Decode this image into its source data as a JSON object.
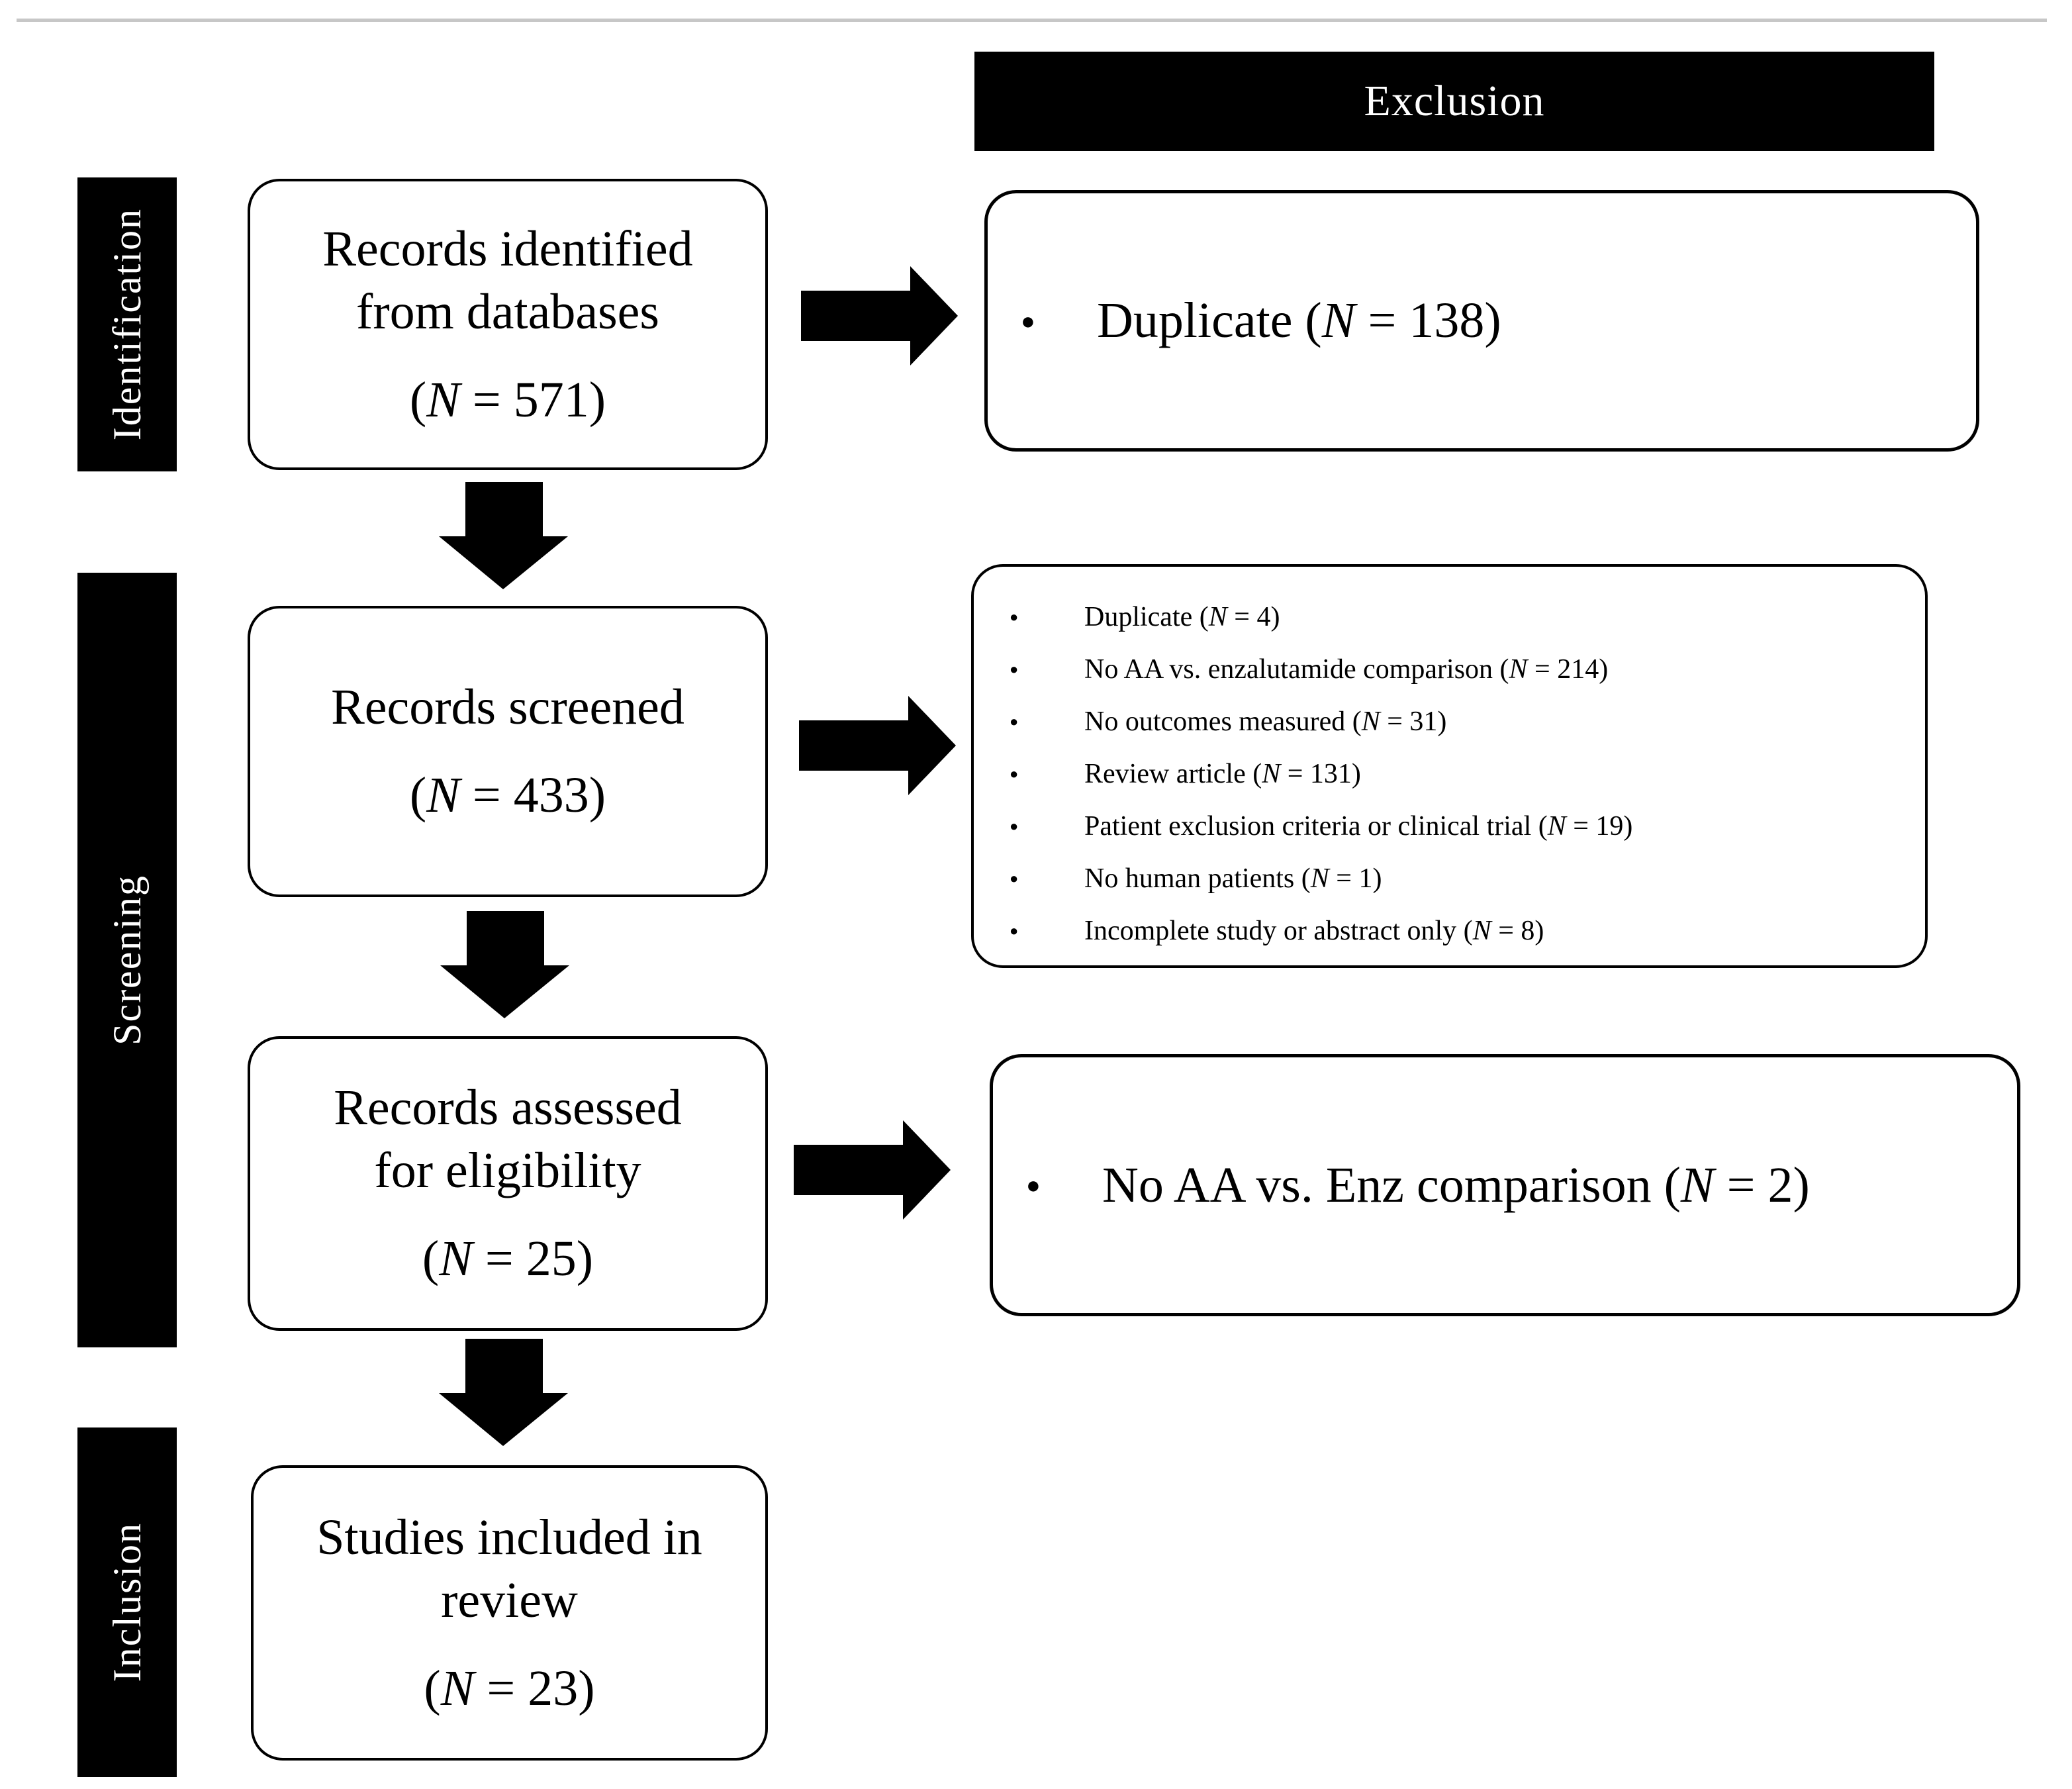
{
  "figure": {
    "background": "#ffffff",
    "ink_color": "#000000",
    "top_rule_color": "#c7c7c7"
  },
  "exclusion_header": {
    "label": "Exclusion"
  },
  "stages": [
    {
      "label": "Identification"
    },
    {
      "label": "Screening"
    },
    {
      "label": "Inclusion"
    }
  ],
  "flow_boxes": [
    {
      "lines": [
        "Records identified",
        "from databases"
      ],
      "count": "(N = 571)"
    },
    {
      "lines": [
        "Records screened"
      ],
      "count": "(N = 433)"
    },
    {
      "lines": [
        "Records assessed",
        "for eligibility"
      ],
      "count": "(N = 25)"
    },
    {
      "lines": [
        "Studies included in",
        "review"
      ],
      "count": "(N = 23)"
    }
  ],
  "exclusion_boxes": [
    {
      "items": [
        "Duplicate (N = 138)"
      ]
    },
    {
      "items": [
        "Duplicate (N = 4)",
        "No AA vs. enzalutamide comparison (N = 214)",
        "No outcomes measured (N = 31)",
        "Review article (N = 131)",
        "Patient exclusion criteria or clinical trial (N = 19)",
        "No human patients (N = 1)",
        "Incomplete study or abstract only (N = 8)"
      ]
    },
    {
      "items": [
        "No AA vs. Enz comparison (N = 2)"
      ]
    }
  ]
}
